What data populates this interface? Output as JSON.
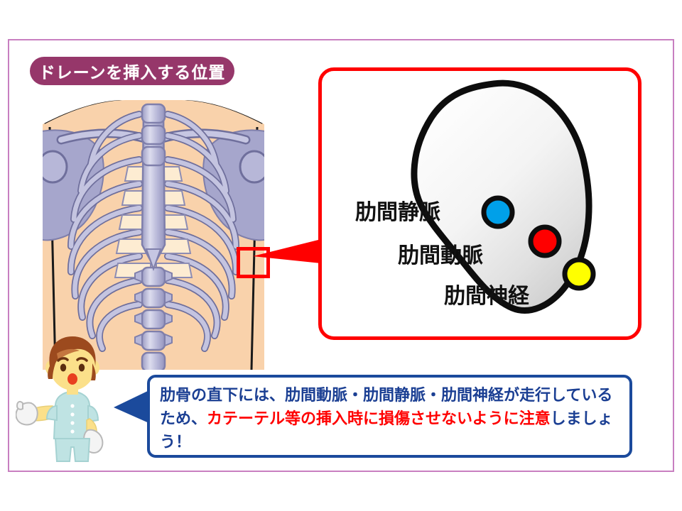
{
  "slide": {
    "title_badge": "ドレーンを挿入する位置",
    "frame_color": "#c87fc0",
    "badge_color": "#96376a"
  },
  "thorax_figure": {
    "name": "前胸部骨格図",
    "skin_color": "#f8cfa8",
    "bone_color": "#b3b3d4",
    "marker": {
      "label": "挿入位置マーカー",
      "color": "#ff0000"
    }
  },
  "callout": {
    "border_color": "#ff0000",
    "rib_label": "肋骨断面",
    "labels": [
      {
        "id": "vein",
        "text": "肋間静脈",
        "dot_color": "#00a0e9"
      },
      {
        "id": "artery",
        "text": "肋間動脈",
        "dot_color": "#ff0000"
      },
      {
        "id": "nerve",
        "text": "肋間神経",
        "dot_color": "#ffff00"
      }
    ]
  },
  "caption": {
    "border_color": "#1b4a9c",
    "text_color": "#1b3f93",
    "accent_color": "#ff0000",
    "part1": "肋骨の直下には、肋間動脈・肋間静脈・肋間神経が走行しているため、",
    "part2": "カテーテル等の挿入時に損傷させないように注意",
    "part3": "しましょう！"
  },
  "nurse": {
    "name": "看護師イラスト",
    "uniform_color": "#bfe3e3",
    "hair_color": "#9c4a1e",
    "skin_color": "#fbe08a",
    "glove_color": "#f2f2f2"
  }
}
